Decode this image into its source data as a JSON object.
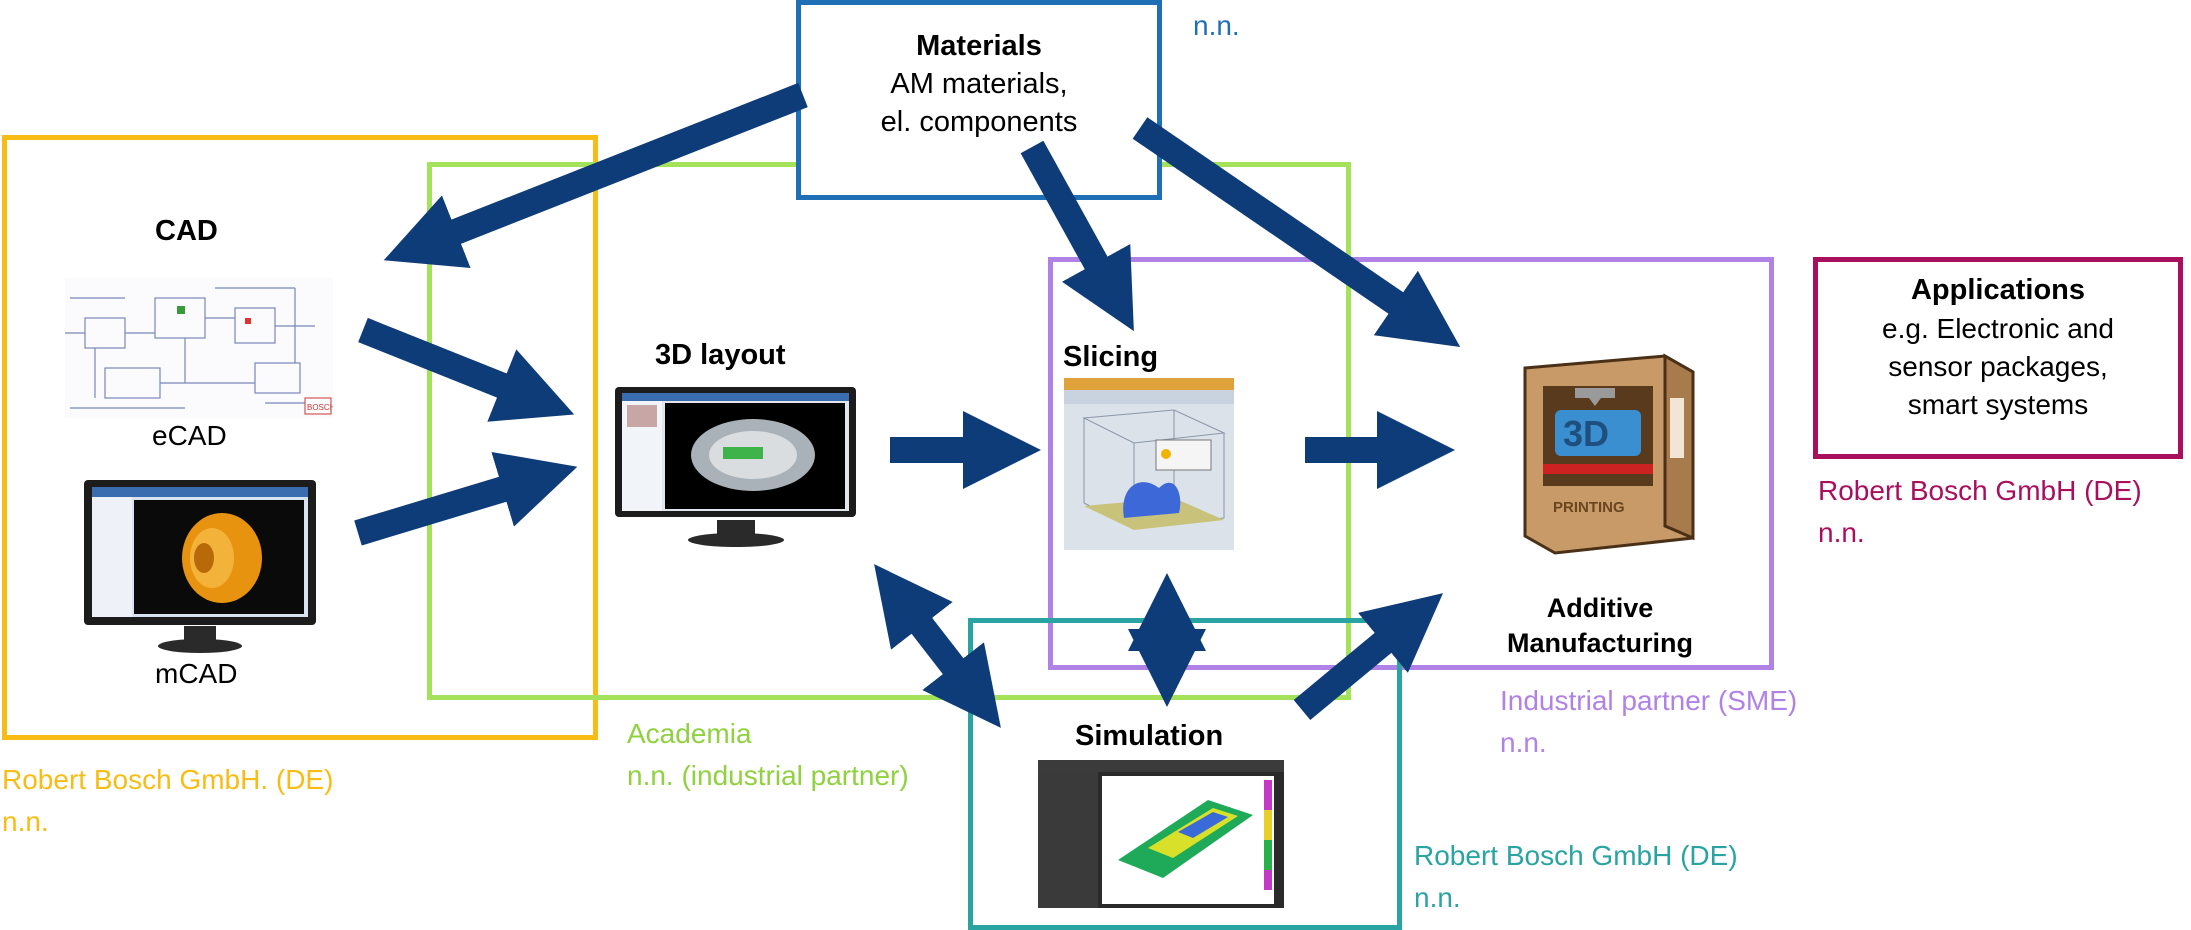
{
  "colors": {
    "arrow": "#0e3c78",
    "cad_frame": "#f7bd14",
    "academia_frame": "#a4e25a",
    "materials_frame": "#1f6fb6",
    "am_frame": "#b082e6",
    "simulation_frame": "#2aa3a3",
    "applications_frame": "#a8105e"
  },
  "materials": {
    "title": "Materials",
    "line1": "AM materials,",
    "line2": "el. components",
    "partner": "n.n."
  },
  "cad": {
    "title": "CAD",
    "ecad_label": "eCAD",
    "mcad_label": "mCAD",
    "partner_line1": "Robert Bosch GmbH. (DE)",
    "partner_line2": "n.n.",
    "ecad_logo_text": "BOSCH"
  },
  "layout3d": {
    "title": "3D layout"
  },
  "academia": {
    "line1": "Academia",
    "line2": "n.n. (industrial partner)"
  },
  "slicing": {
    "title": "Slicing"
  },
  "am": {
    "title_line1": "Additive",
    "title_line2": "Manufacturing",
    "printer_badge": "3D",
    "printer_label": "PRINTING",
    "partner_line1": "Industrial partner  (SME)",
    "partner_line2": "n.n."
  },
  "simulation": {
    "title": "Simulation",
    "partner_line1": "Robert Bosch GmbH (DE)",
    "partner_line2": "n.n."
  },
  "applications": {
    "title": "Applications",
    "line1": "e.g. Electronic and",
    "line2": "sensor packages,",
    "line3": "smart systems",
    "partner_line1": "Robert Bosch GmbH (DE)",
    "partner_line2": "n.n."
  }
}
